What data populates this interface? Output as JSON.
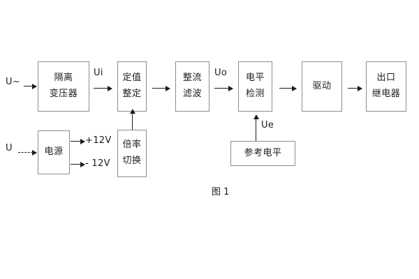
{
  "diagram": {
    "caption": "图 1",
    "inputs": [
      {
        "id": "ac-input",
        "label": "U~"
      },
      {
        "id": "dc-input",
        "label": "U"
      }
    ],
    "signal_labels": [
      {
        "id": "ui",
        "label": "Ui"
      },
      {
        "id": "uo",
        "label": "Uo"
      },
      {
        "id": "ue",
        "label": "Ue"
      }
    ],
    "supply_rails": [
      {
        "id": "rail-positive",
        "label": "+12V"
      },
      {
        "id": "rail-negative",
        "label": "- 12V"
      }
    ],
    "blocks": [
      {
        "id": "isolation-transformer",
        "lines": [
          "隔离",
          "变压器"
        ]
      },
      {
        "id": "setting-value",
        "lines": [
          "定值",
          "整定"
        ]
      },
      {
        "id": "rectifier-filter",
        "lines": [
          "整流",
          "滤波"
        ]
      },
      {
        "id": "level-detection",
        "lines": [
          "电平",
          "检测"
        ]
      },
      {
        "id": "drive",
        "lines": [
          "驱动"
        ]
      },
      {
        "id": "output-relay",
        "lines": [
          "出口",
          "继电器"
        ]
      },
      {
        "id": "power-supply",
        "lines": [
          "电源"
        ]
      },
      {
        "id": "multiplier-switch",
        "lines": [
          "倍率",
          "切换"
        ]
      },
      {
        "id": "reference-level",
        "lines": [
          "参考电平"
        ]
      }
    ]
  }
}
